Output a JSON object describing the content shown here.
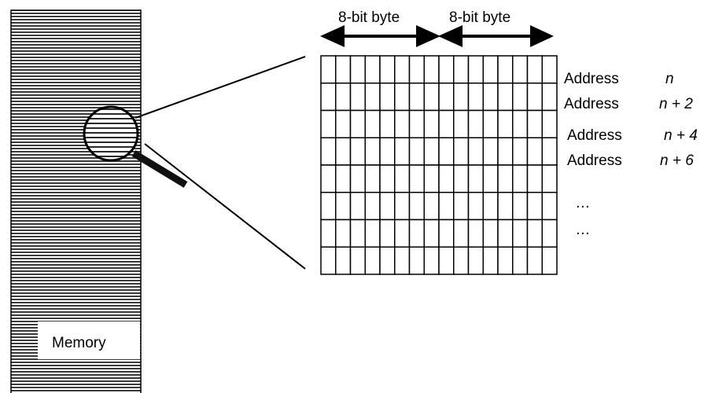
{
  "memory": {
    "label": "Memory"
  },
  "bytes": {
    "left_label": "8-bit byte",
    "right_label": "8-bit byte"
  },
  "grid": {
    "columns": 16,
    "rows": 8
  },
  "addresses": [
    {
      "prefix": "Address",
      "suffix": "n"
    },
    {
      "prefix": "Address",
      "suffix": "n + 2"
    },
    {
      "prefix": "Address",
      "suffix": "n + 4"
    },
    {
      "prefix": "Address",
      "suffix": "n + 6"
    }
  ],
  "ellipses": [
    "…",
    "…"
  ]
}
